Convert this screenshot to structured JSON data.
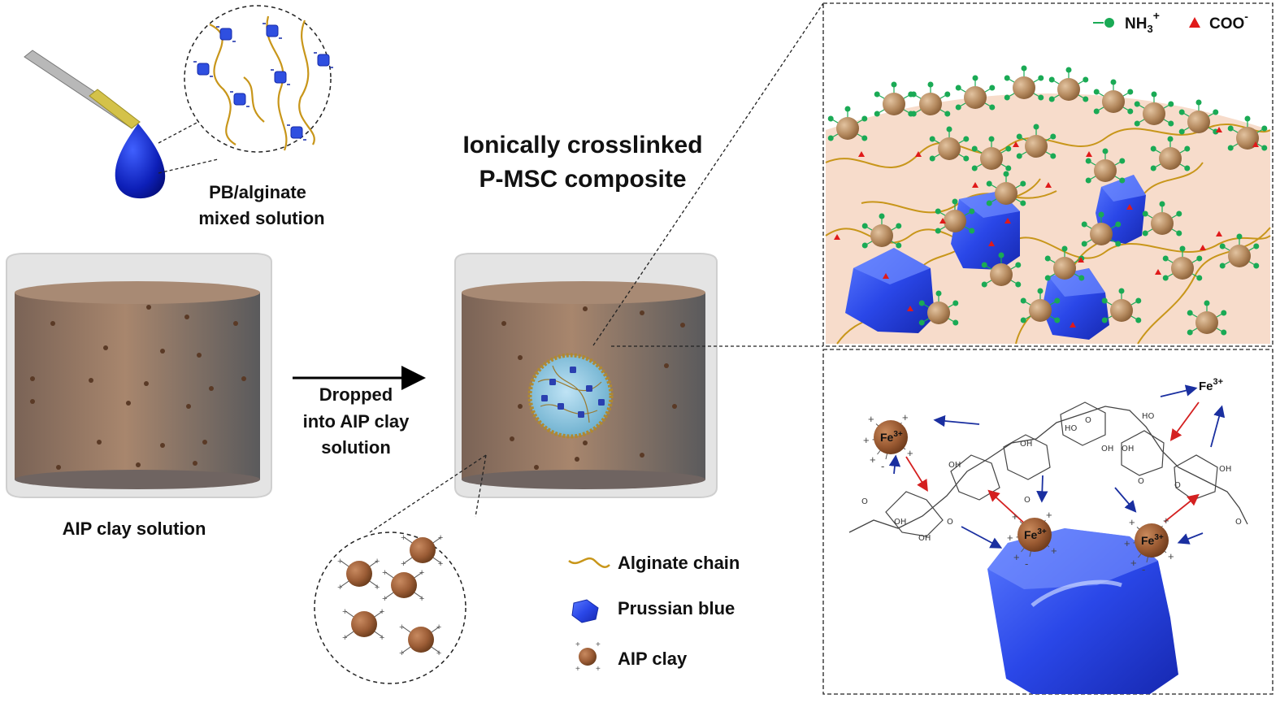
{
  "labels": {
    "pb_solution_line1": "PB/alginate",
    "pb_solution_line2": "mixed solution",
    "clay_solution": "AIP clay solution",
    "arrow_line1": "Dropped",
    "arrow_line2": "into AIP clay",
    "arrow_line3": "solution",
    "composite_line1": "Ionically crosslinked",
    "composite_line2": "P-MSC composite"
  },
  "group_legend": {
    "nh3": "NH",
    "nh3_sub": "3",
    "nh3_sup": "+",
    "coo": "COO",
    "coo_sup": "-"
  },
  "legend": {
    "alginate": "Alginate chain",
    "prussian_blue": "Prussian blue",
    "aip_clay": "AIP clay"
  },
  "fe_label": "Fe",
  "fe_sup": "3+",
  "colors": {
    "clay_brown": "#b07a52",
    "prussian_blue": "#2f4fe0",
    "alginate": "#c8961a",
    "nh3_green": "#1aaa55",
    "coo_red": "#e01a1a",
    "matrix_bg": "#f7dccb"
  }
}
